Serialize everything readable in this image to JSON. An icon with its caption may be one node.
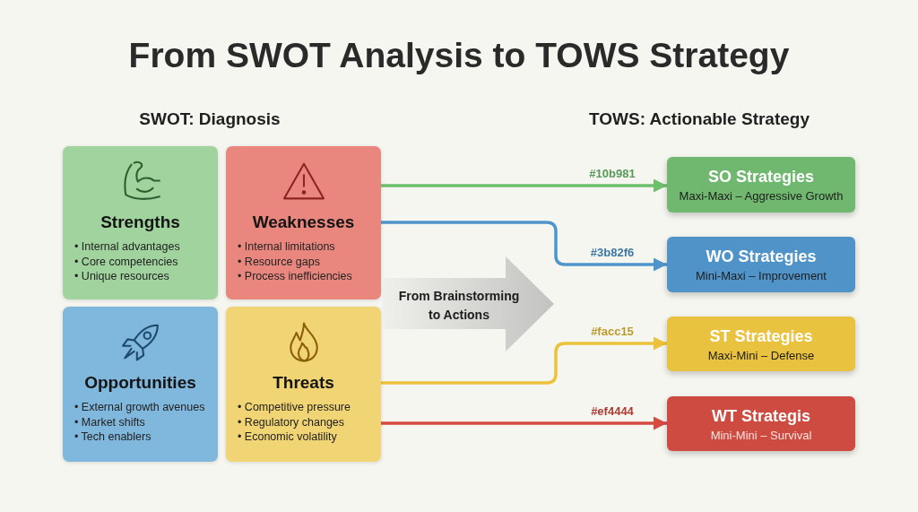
{
  "diagram": {
    "title": "From SWOT Analysis to TOWS Strategy",
    "nodes": [
      {
        "text": [
          "Strengths",
          "• Internal advantages",
          "• Core competencies",
          "• Unique resources"
        ]
      },
      {
        "text": [
          "Weaknesses",
          "• Internal limitations",
          "• Resource gaps",
          "• Process inefficiencies"
        ]
      },
      {
        "text": [
          "Opportunities",
          "• External growth avenues",
          "• Market shifts",
          "• Tech enablers"
        ]
      },
      {
        "text": [
          "Threats",
          "• Competitive pressure",
          "• Regulatory changes",
          "• Economic volatility"
        ]
      },
      {
        "text": [
          "From Brainstorming to Actions"
        ]
      },
      {
        "text": [
          "SO Strategies",
          "Maxi-Maxi – Aggressive Growth"
        ]
      },
      {
        "text": [
          "WO Strategies",
          "Mini-Maxi – Improvement"
        ]
      },
      {
        "text": [
          "ST Strategies",
          "Maxi-Mini – Defense"
        ]
      },
      {
        "text": [
          "WT Strategis",
          "Mini-Mini – Survival"
        ]
      }
    ],
    "edges": [
      {
        "from": 1,
        "to": 5,
        "arrow": "to",
        "label": "#10b981",
        "color": "#6dbf6b"
      },
      {
        "from": 1,
        "to": 6,
        "arrow": "to",
        "label": "#3b82f6",
        "color": "#4f95cc"
      },
      {
        "from": 3,
        "to": 7,
        "arrow": "to",
        "label": "#facc15",
        "color": "#ebc23a"
      },
      {
        "from": 3,
        "to": 8,
        "arrow": "to",
        "label": "#ef4444",
        "color": "#d64a40"
      }
    ],
    "labels": [
      "SWOT: Diagnosis",
      "TOWS: Actionable Strategy"
    ]
  }
}
